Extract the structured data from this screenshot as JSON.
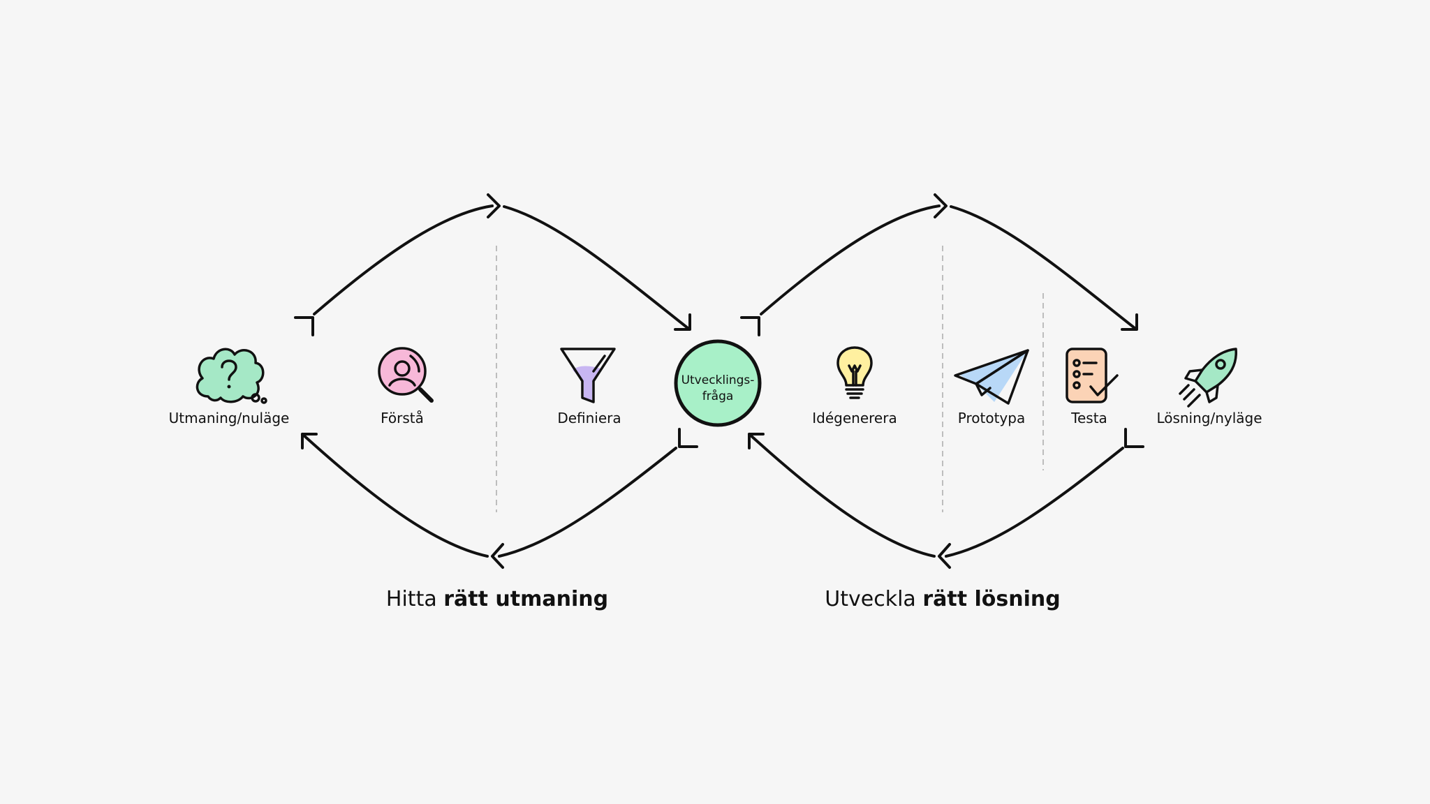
{
  "colors": {
    "background": "#f6f6f6",
    "ink": "#111111",
    "divider": "#bdbdbd",
    "cloud_green": "#a5e8c6",
    "magnifier_pink": "#f7b8d8",
    "funnel_purple": "#c8b6f2",
    "bulb_yellow": "#fff0a0",
    "plane_blue": "#b8d8f7",
    "checklist_peach": "#fbd3b6",
    "rocket_green": "#a5e8c6",
    "center_green": "#a8f0c8"
  },
  "steps": [
    {
      "label": "Utmaning/nuläge",
      "icon": "thought-cloud-question-icon"
    },
    {
      "label": "Förstå",
      "icon": "magnifier-person-icon"
    },
    {
      "label": "Definiera",
      "icon": "funnel-icon"
    },
    {
      "label": "Idégenerera",
      "icon": "lightbulb-icon"
    },
    {
      "label": "Prototypa",
      "icon": "paper-plane-icon"
    },
    {
      "label": "Testa",
      "icon": "checklist-icon"
    },
    {
      "label": "Lösning/nyläge",
      "icon": "rocket-icon"
    }
  ],
  "center": {
    "line1": "Utvecklings-",
    "line2": "fråga"
  },
  "phases": [
    {
      "prefix": "Hitta ",
      "bold": "rätt utmaning"
    },
    {
      "prefix": "Utveckla ",
      "bold": "rätt lösning"
    }
  ]
}
